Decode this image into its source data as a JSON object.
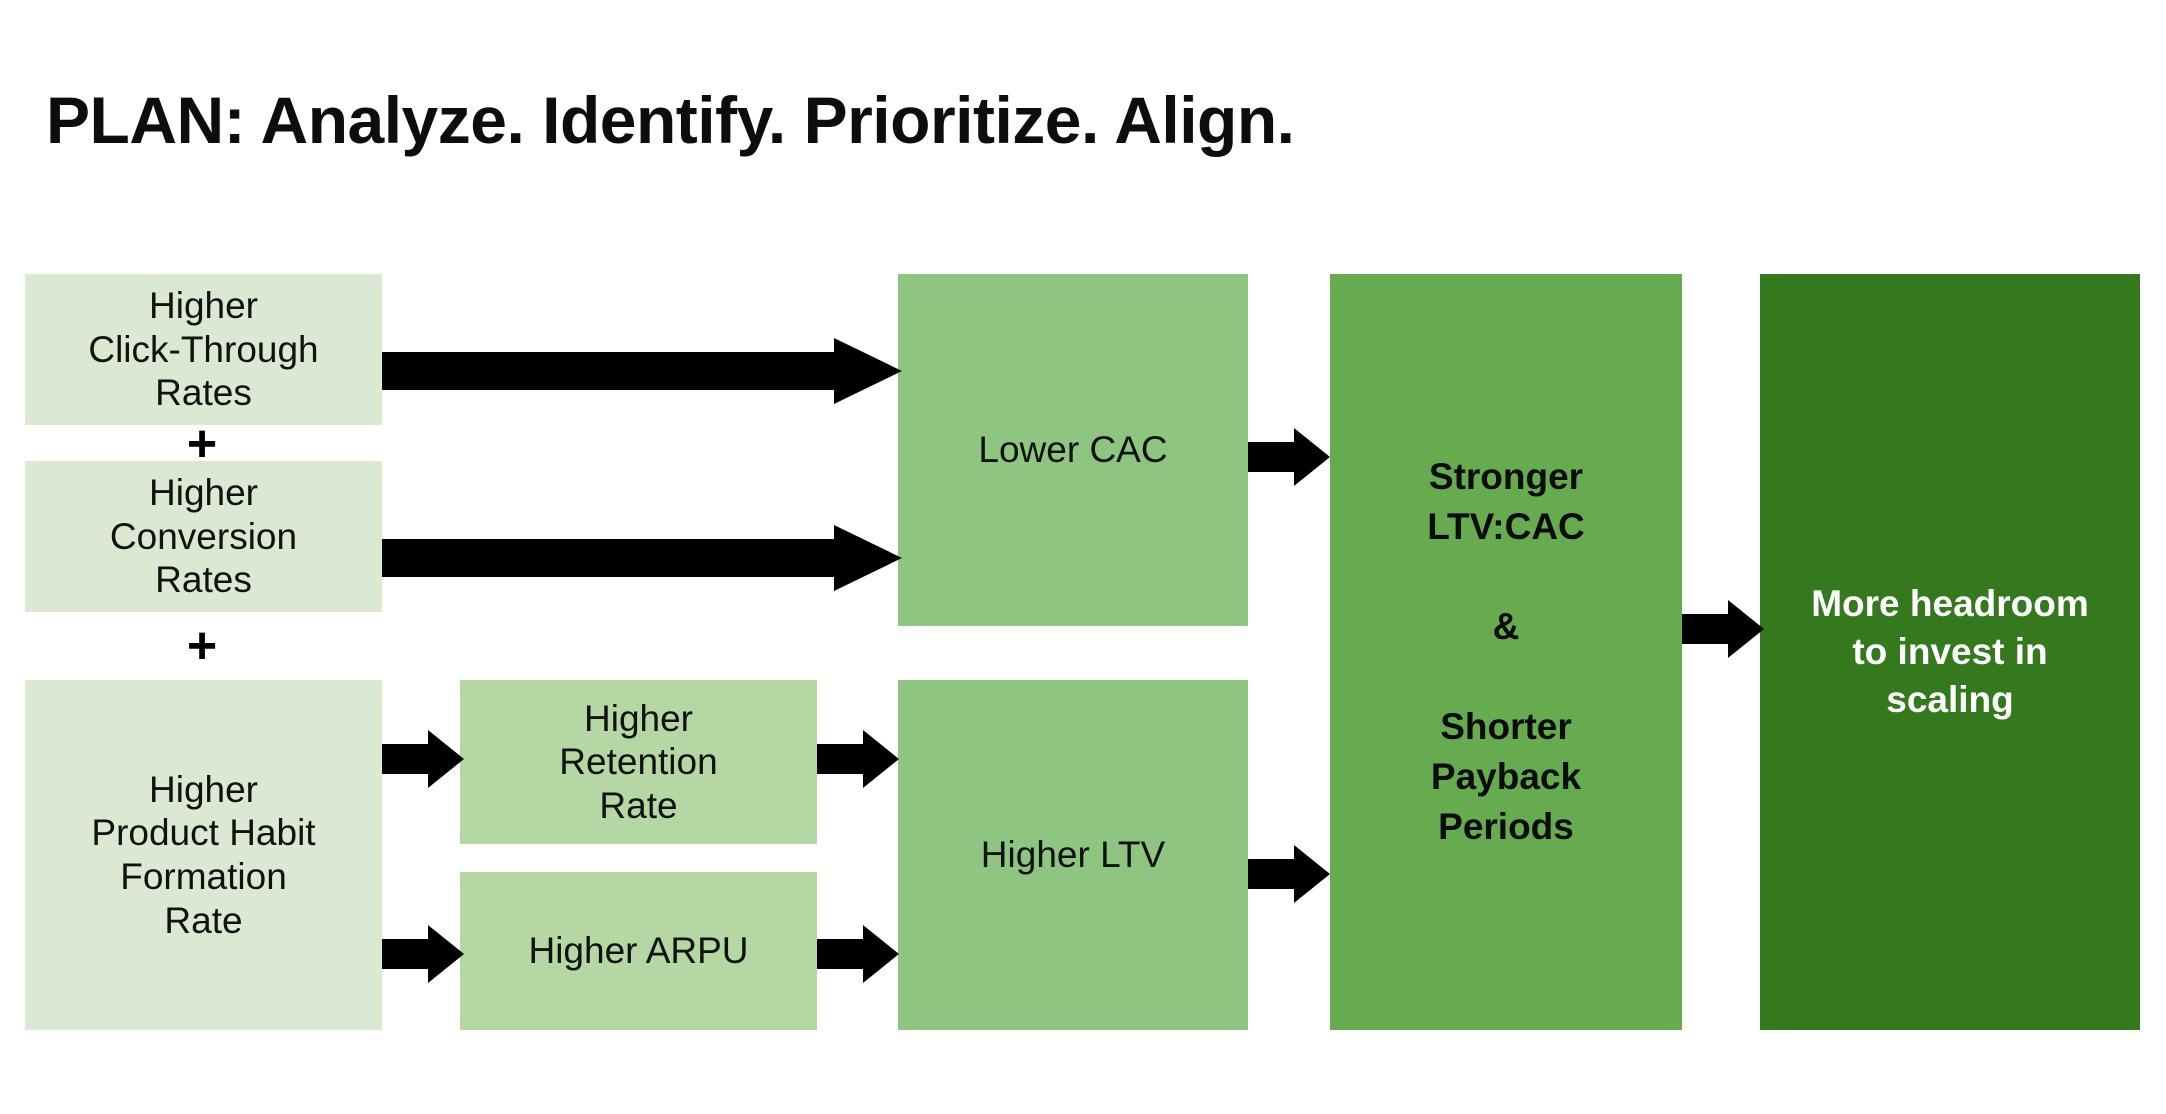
{
  "title": "PLAN: Analyze. Identify. Prioritize. Align.",
  "colors": {
    "lightest_green": "#dbe9d2",
    "light_green": "#b4d7a4",
    "medium_light_green": "#8ec681",
    "medium_green": "#66ab50",
    "dark_green": "#35791e",
    "arrow_black": "#000000",
    "text_dark": "#111111",
    "text_light": "#ffffff",
    "background": "#ffffff"
  },
  "operators": {
    "plus_1": "+",
    "plus_2": "+"
  },
  "nodes": {
    "click_through": "Higher\nClick-Through\nRates",
    "conversion": "Higher\nConversion\nRates",
    "habit": "Higher\nProduct Habit\nFormation\nRate",
    "retention": "Higher\nRetention\nRate",
    "arpu": "Higher ARPU",
    "lower_cac": "Lower CAC",
    "higher_ltv": "Higher LTV",
    "ratio": "Stronger\nLTV:CAC\n\n&\n\nShorter\nPayback\nPeriods",
    "headroom": "More headroom\nto invest in\nscaling"
  },
  "arrows": [
    {
      "name": "click-through-to-lower-cac",
      "from": "click_through",
      "to": "lower_cac",
      "style": "long"
    },
    {
      "name": "conversion-to-lower-cac",
      "from": "conversion",
      "to": "lower_cac",
      "style": "long"
    },
    {
      "name": "habit-to-retention",
      "from": "habit",
      "to": "retention",
      "style": "short"
    },
    {
      "name": "habit-to-arpu",
      "from": "habit",
      "to": "arpu",
      "style": "short"
    },
    {
      "name": "retention-to-higher-ltv",
      "from": "retention",
      "to": "higher_ltv",
      "style": "short"
    },
    {
      "name": "arpu-to-higher-ltv",
      "from": "arpu",
      "to": "higher_ltv",
      "style": "short"
    },
    {
      "name": "lower-cac-to-ratio",
      "from": "lower_cac",
      "to": "ratio",
      "style": "short"
    },
    {
      "name": "higher-ltv-to-ratio",
      "from": "higher_ltv",
      "to": "ratio",
      "style": "short"
    },
    {
      "name": "ratio-to-headroom",
      "from": "ratio",
      "to": "headroom",
      "style": "short"
    }
  ]
}
